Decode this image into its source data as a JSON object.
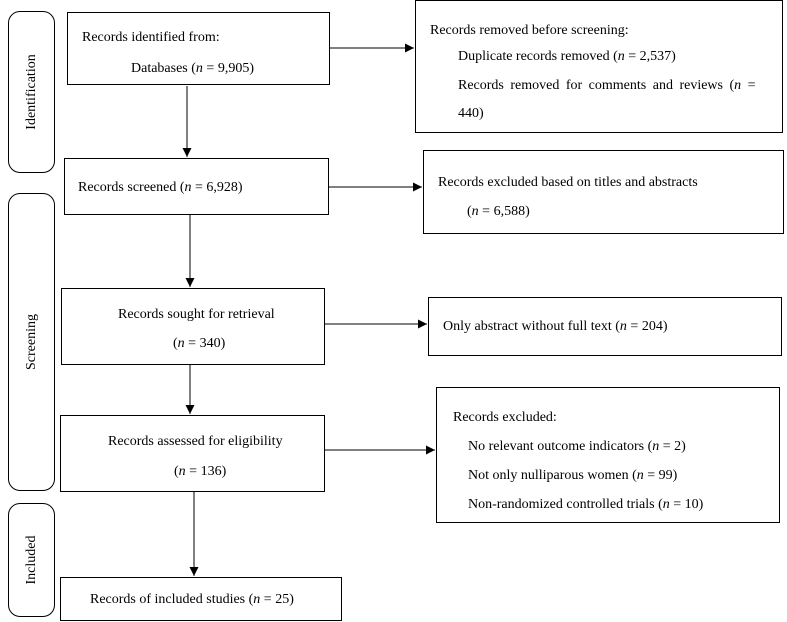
{
  "phases": {
    "identification": "Identification",
    "screening": "Screening",
    "included": "Included"
  },
  "identified": {
    "title": "Records identified from:",
    "db_prefix": "Databases (",
    "n": "n",
    "db_suffix": " = 9,905)"
  },
  "removed": {
    "title": "Records removed before screening:",
    "dup_prefix": "Duplicate records removed (",
    "dup_suffix": " = 2,537)",
    "comments_line1": "Records removed for comments and reviews (",
    "comments_line1_suffix": " =",
    "comments_line2": "440)"
  },
  "screened": {
    "prefix": "Records screened (",
    "suffix": " = 6,928)"
  },
  "excluded_titles": {
    "line1": "Records excluded based on titles and abstracts",
    "line2_prefix": "(",
    "line2_suffix": " = 6,588)"
  },
  "sought": {
    "line1": "Records sought for retrieval",
    "line2_prefix": "(",
    "line2_suffix": " = 340)"
  },
  "abstract_only": {
    "prefix": "Only abstract without full text (",
    "suffix": " = 204)"
  },
  "assessed": {
    "line1": "Records assessed for eligibility",
    "line2_prefix": "(",
    "line2_suffix": " = 136)"
  },
  "excluded": {
    "title": "Records excluded:",
    "r1_prefix": "No relevant outcome indicators (",
    "r1_suffix": " = 2)",
    "r2_prefix": "Not only nulliparous women (",
    "r2_suffix": " = 99)",
    "r3_prefix": "Non-randomized controlled trials (",
    "r3_suffix": " = 10)"
  },
  "included_box": {
    "prefix": "Records of included studies (",
    "suffix": " = 25)"
  }
}
